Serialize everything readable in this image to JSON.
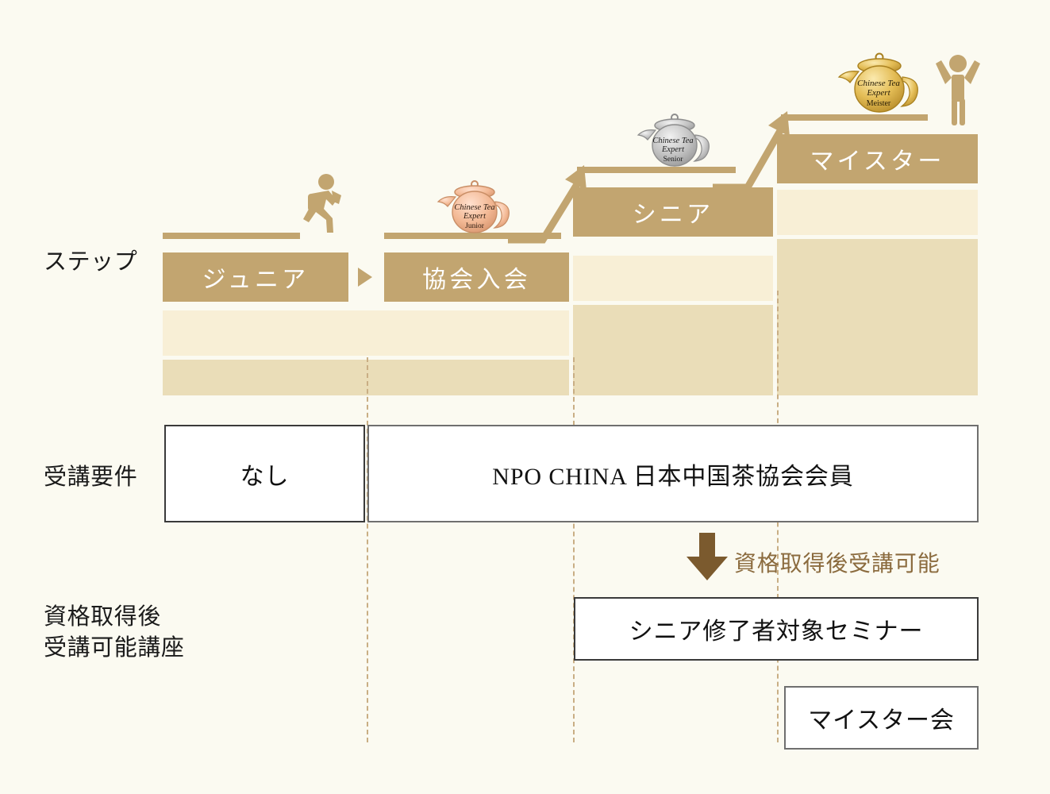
{
  "page": {
    "background": "#FBFAF1",
    "accent": "#C2A570",
    "note_color": "#8B6B3E"
  },
  "rows": {
    "step": {
      "label": "ステップ"
    },
    "requirement": {
      "label": "受講要件"
    },
    "after": {
      "label": "資格取得後\n受講可能講座"
    }
  },
  "steps": [
    {
      "id": "junior",
      "label": "ジュニア",
      "badge": "junior-teapot-badge",
      "badge_text": "Chinese Tea Expert Junior"
    },
    {
      "id": "join",
      "label": "協会入会",
      "badge": null,
      "badge_text": ""
    },
    {
      "id": "senior",
      "label": "シニア",
      "badge": "senior-teapot-badge",
      "badge_text": "Chinese Tea Expert Senior"
    },
    {
      "id": "meister",
      "label": "マイスター",
      "badge": "meister-teapot-badge",
      "badge_text": "Chinese Tea Expert Meister"
    }
  ],
  "badges": {
    "junior": {
      "line1": "Chinese Tea",
      "line2": "Expert",
      "line3": "Junior",
      "color": "#F0B89A"
    },
    "senior": {
      "line1": "Chinese Tea",
      "line2": "Expert",
      "line3": "Senior",
      "color": "#B9B9B9"
    },
    "meister": {
      "line1": "Chinese Tea",
      "line2": "Expert",
      "line3": "Meister",
      "color": "#E3BE52"
    }
  },
  "requirements": [
    {
      "id": "none",
      "label": "なし"
    },
    {
      "id": "member",
      "label": "NPO CHINA 日本中国茶協会会員"
    }
  ],
  "after_courses": [
    {
      "id": "senior-seminar",
      "label": "シニア修了者対象セミナー"
    },
    {
      "id": "meister-kai",
      "label": "マイスター会"
    }
  ],
  "annotation": {
    "arrow": "down-arrow-icon",
    "text": "資格取得後受講可能"
  },
  "figures": {
    "runner": "running-person-icon",
    "cheer": "celebrating-person-icon",
    "separator": "triangle-right-icon"
  }
}
